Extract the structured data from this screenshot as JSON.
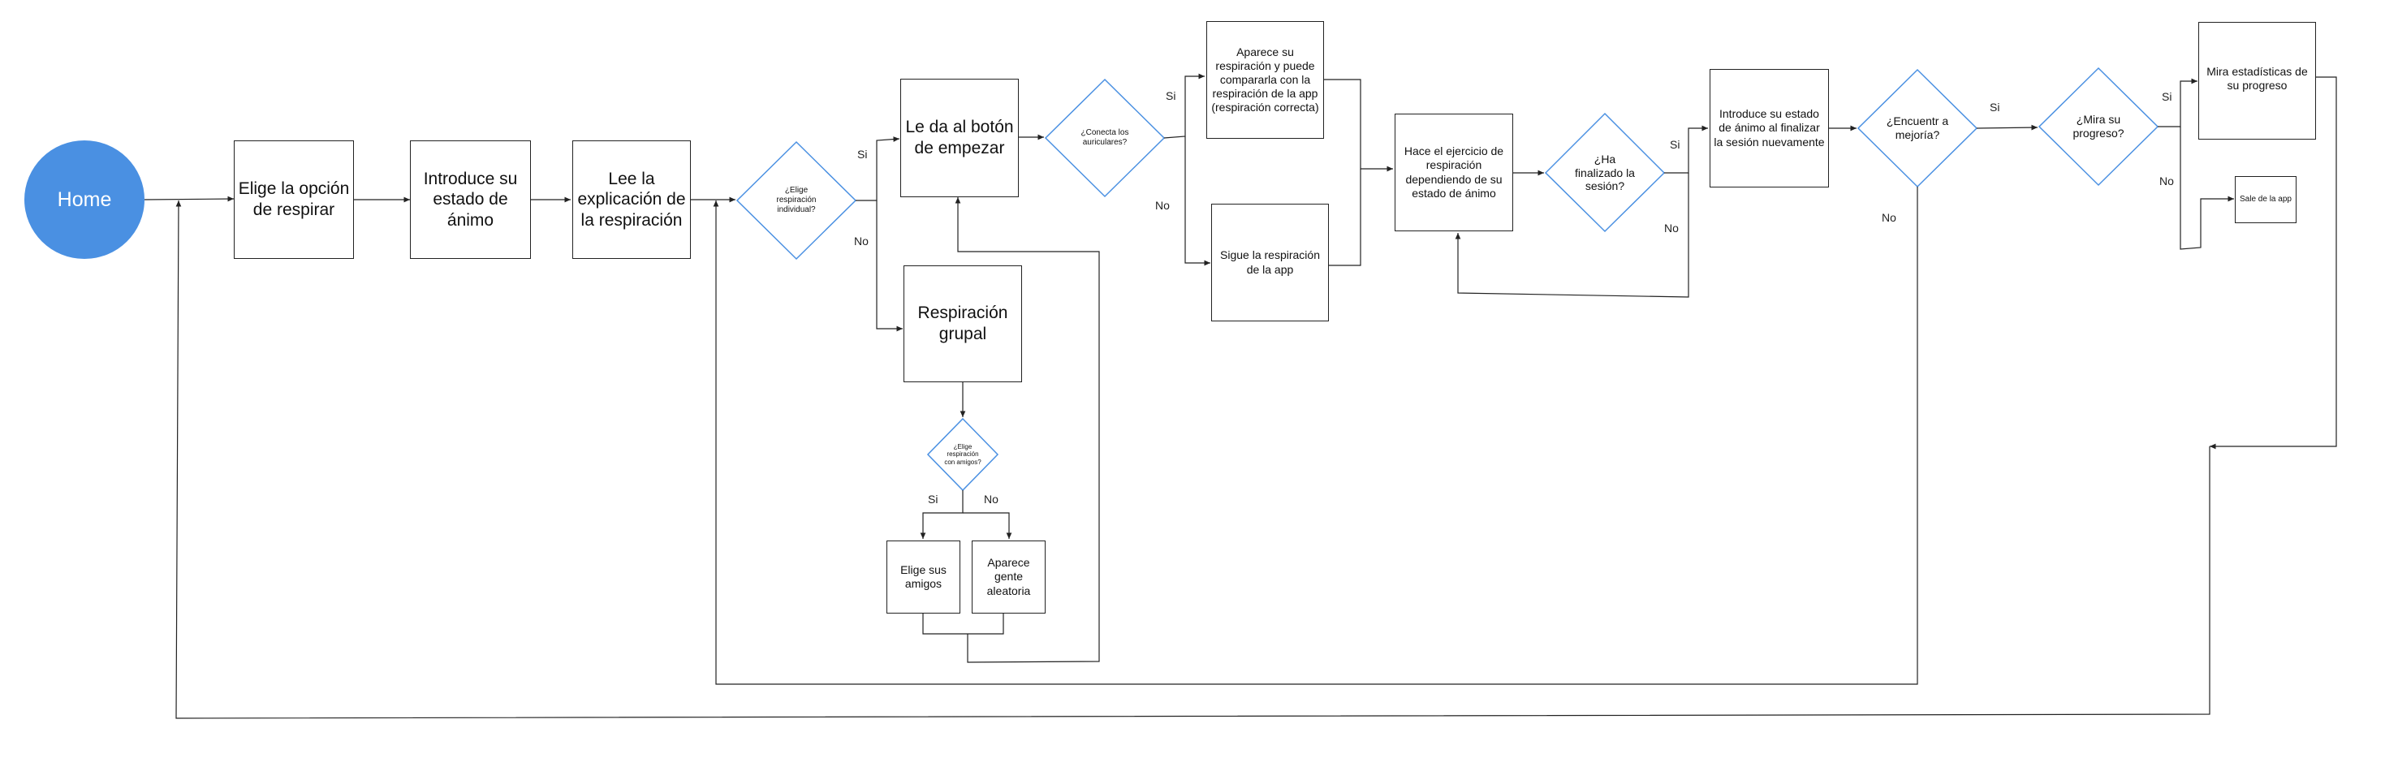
{
  "nodes": {
    "home": "Home",
    "elige_respirar": "Elige la opción de respirar",
    "introduce_animo": "Introduce su estado de ánimo",
    "lee_explicacion": "Lee la explicación de la respiración",
    "q_individual": "¿Elige respiración individual?",
    "boton_empezar": "Le da al botón de empezar",
    "respiracion_grupal": "Respiración grupal",
    "q_amigos": "¿Elige respiración con amigos?",
    "elige_amigos": "Elige sus amigos",
    "gente_aleatoria": "Aparece gente aleatoria",
    "q_auriculares": "¿Conecta los auriculares?",
    "aparece_respiracion": "Aparece su respiración y puede compararla con la respiración de la app (respiración correcta)",
    "sigue_respiracion": "Sigue la respiración de la app",
    "hace_ejercicio": "Hace el ejercicio de respiración dependiendo de su estado de ánimo",
    "q_finalizado": "¿Ha finalizado la sesión?",
    "introduce_final": "Introduce su estado de ánimo al finalizar la sesión nuevamente",
    "q_mejoria": "¿Encuentr a mejoría?",
    "q_progreso": "¿Mira su progreso?",
    "estadisticas": "Mira estadísticas de su progreso",
    "sale_app": "Sale de la app"
  },
  "edge_labels": {
    "individual_si": "Si",
    "individual_no": "No",
    "amigos_si": "Si",
    "amigos_no": "No",
    "auriculares_si": "Si",
    "auriculares_no": "No",
    "finalizado_si": "Si",
    "finalizado_no": "No",
    "mejoria_si": "Si",
    "mejoria_no": "No",
    "progreso_si": "Si",
    "progreso_no": "No"
  },
  "colors": {
    "home_fill": "#4a90e2",
    "decision_stroke": "#4a90e2",
    "line": "#222222"
  }
}
